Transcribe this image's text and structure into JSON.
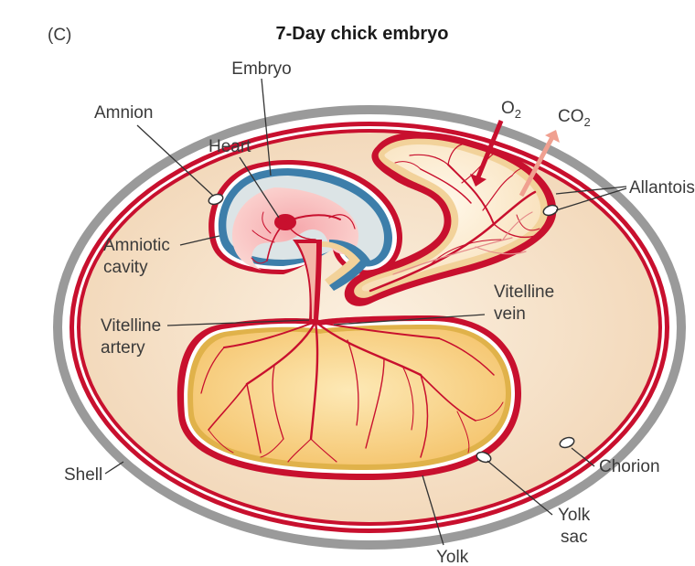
{
  "figure": {
    "panel_tag": "(C)",
    "title": "7-Day chick embryo"
  },
  "labels": {
    "embryo": "Embryo",
    "amnion": "Amnion",
    "heart": "Heart",
    "o2_main": "O",
    "o2_sub": "2",
    "co2_main": "CO",
    "co2_sub": "2",
    "allantois": "Allantois",
    "amniotic_cavity_1": "Amniotic",
    "amniotic_cavity_2": "cavity",
    "vitelline_artery_1": "Vitelline",
    "vitelline_artery_2": "artery",
    "vitelline_vein_1": "Vitelline",
    "vitelline_vein_2": "vein",
    "shell": "Shell",
    "chorion": "Chorion",
    "yolk_sac_1": "Yolk",
    "yolk_sac_2": "sac",
    "yolk": "Yolk"
  },
  "colors": {
    "shell": "#9a9a9a",
    "chorion_red": "#c8102e",
    "amnion_blue": "#3d7eaa",
    "yolk_fill": "#f6cf86",
    "yolk_outline": "#e0b24a",
    "albumen": "#f7e3c9",
    "vessel_red": "#c8102e",
    "co2_arrow": "#f0a090"
  }
}
